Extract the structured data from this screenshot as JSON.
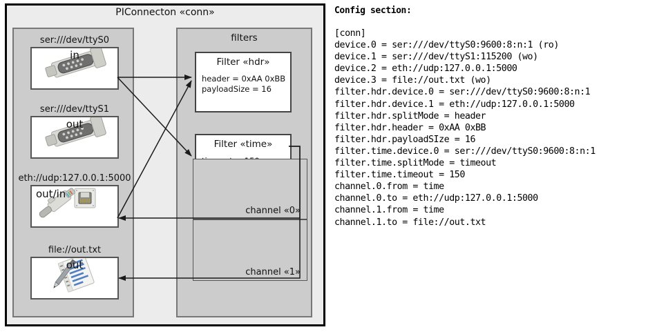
{
  "diagram": {
    "title": "PIConnecton «conn»",
    "devices_group": {
      "items": [
        {
          "label": "ser:///dev/ttyS0",
          "direction": "in",
          "icon": "serial-port-icon"
        },
        {
          "label": "ser:///dev/ttyS1",
          "direction": "out",
          "icon": "serial-port-icon"
        },
        {
          "label": "eth://udp:127.0.0.1:5000",
          "direction": "out/in",
          "icon": "ethernet-jack-icon"
        },
        {
          "label": "file://out.txt",
          "direction": "out",
          "icon": "text-file-icon"
        }
      ]
    },
    "filters_group": {
      "title": "filters",
      "filters": [
        {
          "title": "Filter «hdr»",
          "props": [
            "header = 0xAA 0xBB",
            "payloadSize = 16"
          ]
        },
        {
          "title": "Filter «time»",
          "props": [
            "timeout = 150 ms"
          ]
        }
      ],
      "channels": [
        {
          "label": "channel «0»"
        },
        {
          "label": "channel «1»"
        }
      ]
    }
  },
  "config": {
    "heading": "Config section:",
    "lines": "[conn]\ndevice.0 = ser:///dev/ttyS0:9600:8:n:1 (ro)\ndevice.1 = ser:///dev/ttyS1:115200 (wo)\ndevice.2 = eth://udp:127.0.0.1:5000\ndevice.3 = file://out.txt (wo)\nfilter.hdr.device.0 = ser:///dev/ttyS0:9600:8:n:1\nfilter.hdr.device.1 = eth://udp:127.0.0.1:5000\nfilter.hdr.splitMode = header\nfilter.hdr.header = 0xAA 0xBB\nfilter.hdr.payloadSIze = 16\nfilter.time.device.0 = ser:///dev/ttyS0:9600:8:n:1\nfilter.time.splitMode = timeout\nfilter.time.timeout = 150\nchannel.0.from = time\nchannel.0.to = eth://udp:127.0.0.1:5000\nchannel.1.from = time\nchannel.1.to = file://out.txt"
  },
  "colors": {
    "frame_bg": "#ececec",
    "group_bg": "#cccccc",
    "card_bg": "#ffffff",
    "stroke": "#333333"
  }
}
